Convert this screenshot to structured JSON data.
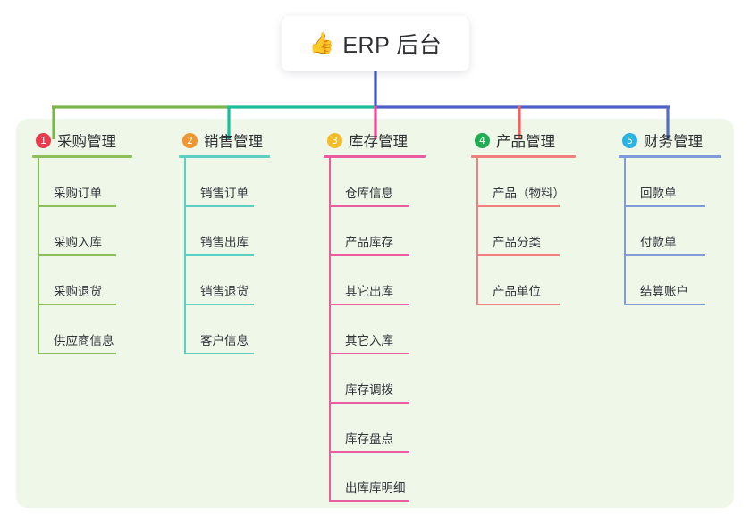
{
  "diagram": {
    "title": "ERP 后台",
    "root": {
      "icon": "thumbs-up-icon",
      "emoji": "👍",
      "label": "ERP 后台"
    },
    "panel_background": "#eff7e9",
    "stem_color": "#4055c0",
    "bus_segments": [
      {
        "name": "bus-green",
        "color": "#7ab648"
      },
      {
        "name": "bus-teal",
        "color": "#1abc9c"
      },
      {
        "name": "bus-indigo",
        "color": "#4f5fc8"
      }
    ],
    "columns": [
      {
        "number": "1",
        "label": "采购管理",
        "badge_color": "#ea3b4e",
        "line_color": "#8dbf5c",
        "drop_color": "#7ab648",
        "items": [
          {
            "label": "采购订单"
          },
          {
            "label": "采购入库"
          },
          {
            "label": "采购退货"
          },
          {
            "label": "供应商信息"
          }
        ]
      },
      {
        "number": "2",
        "label": "销售管理",
        "badge_color": "#f0952f",
        "line_color": "#5ccfc0",
        "drop_color": "#1abc9c",
        "items": [
          {
            "label": "销售订单"
          },
          {
            "label": "销售出库"
          },
          {
            "label": "销售退货"
          },
          {
            "label": "客户信息"
          }
        ]
      },
      {
        "number": "3",
        "label": "库存管理",
        "badge_color": "#f6bb2a",
        "line_color": "#ea5ba0",
        "drop_color": "#ec4899",
        "items": [
          {
            "label": "仓库信息"
          },
          {
            "label": "产品库存"
          },
          {
            "label": "其它出库"
          },
          {
            "label": "其它入库"
          },
          {
            "label": "库存调拨"
          },
          {
            "label": "库存盘点"
          },
          {
            "label": "出库库明细"
          }
        ]
      },
      {
        "number": "4",
        "label": "产品管理",
        "badge_color": "#22ab52",
        "line_color": "#f0807e",
        "drop_color": "#f4605e",
        "items": [
          {
            "label": "产品（物料）"
          },
          {
            "label": "产品分类"
          },
          {
            "label": "产品单位"
          }
        ]
      },
      {
        "number": "5",
        "label": "财务管理",
        "badge_color": "#2bb3e8",
        "line_color": "#7f9bd8",
        "drop_color": "#4f6fc8",
        "items": [
          {
            "label": "回款单"
          },
          {
            "label": "付款单"
          },
          {
            "label": "结算账户"
          }
        ]
      }
    ]
  }
}
